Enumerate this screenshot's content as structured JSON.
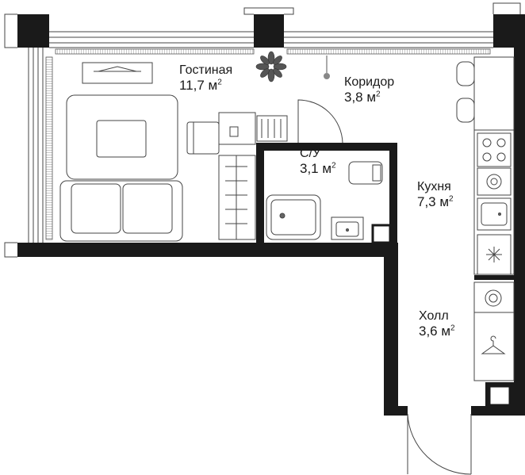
{
  "rooms": {
    "living": {
      "name": "Гостиная",
      "area": "11,7 м",
      "sup": "2"
    },
    "corridor": {
      "name": "Коридор",
      "area": "3,8 м",
      "sup": "2"
    },
    "bathroom": {
      "name": "С/У",
      "area": "3,1 м",
      "sup": "2"
    },
    "kitchen": {
      "name": "Кухня",
      "area": "7,3 м",
      "sup": "2"
    },
    "hall": {
      "name": "Холл",
      "area": "3,6 м",
      "sup": "2"
    }
  },
  "colors": {
    "wall": "#1a1a1a",
    "line": "#333333",
    "hatch": "#888888",
    "background": "#ffffff"
  }
}
